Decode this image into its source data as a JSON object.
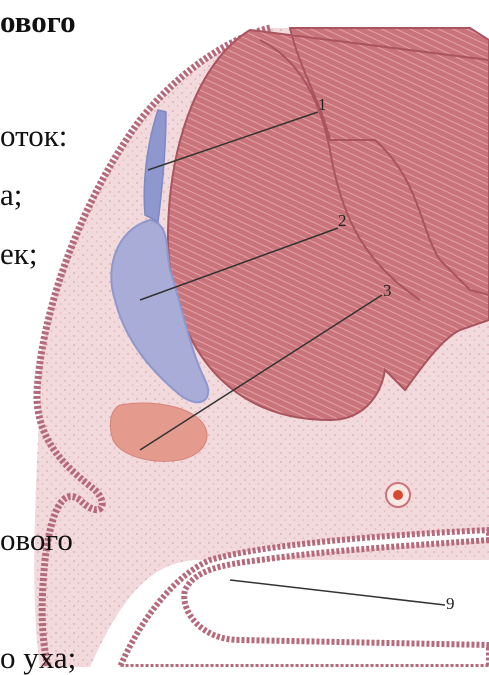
{
  "figure": {
    "side_text": [
      {
        "id": "t1",
        "text": "ового",
        "bold": true
      },
      {
        "id": "t2",
        "text": "оток:"
      },
      {
        "id": "t3",
        "text": "а;"
      },
      {
        "id": "t4",
        "text": "ек;"
      },
      {
        "id": "t5",
        "text": "ового"
      },
      {
        "id": "t6",
        "text": "о уха;"
      }
    ],
    "callouts": [
      {
        "id": "c1",
        "label": "1"
      },
      {
        "id": "c2",
        "label": "2"
      },
      {
        "id": "c3",
        "label": "3"
      },
      {
        "id": "c9",
        "label": "9"
      }
    ],
    "colors": {
      "mesenchyme": "#f2d9db",
      "epithelium_border": "#b46a7c",
      "neural_tube": "#c9737a",
      "neural_tube_dark": "#a9545f",
      "otic_vesicle_blue": "#a9acd6",
      "duct_blue": "#8f97cf",
      "ganglion_pink": "#e59a8e",
      "cavity_white": "#ffffff"
    }
  }
}
